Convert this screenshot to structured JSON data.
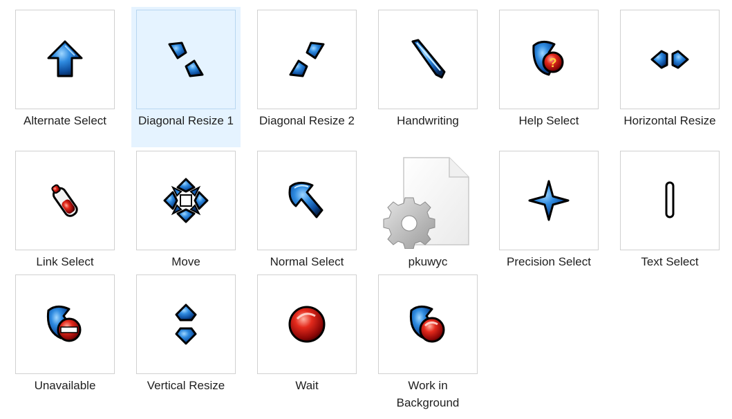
{
  "files": [
    {
      "label": "Alternate Select",
      "icon": "alternate-select-cursor-icon"
    },
    {
      "label": "Diagonal Resize 1",
      "icon": "diagonal-resize-1-cursor-icon",
      "selected": true
    },
    {
      "label": "Diagonal Resize 2",
      "icon": "diagonal-resize-2-cursor-icon"
    },
    {
      "label": "Handwriting",
      "icon": "handwriting-cursor-icon"
    },
    {
      "label": "Help Select",
      "icon": "help-select-cursor-icon"
    },
    {
      "label": "Horizontal Resize",
      "icon": "horizontal-resize-cursor-icon"
    },
    {
      "label": "Link Select",
      "icon": "link-select-cursor-icon"
    },
    {
      "label": "Move",
      "icon": "move-cursor-icon"
    },
    {
      "label": "Normal Select",
      "icon": "normal-select-cursor-icon"
    },
    {
      "label": "pkuwyc",
      "icon": "settings-file-icon"
    },
    {
      "label": "Precision Select",
      "icon": "precision-select-cursor-icon"
    },
    {
      "label": "Text Select",
      "icon": "text-select-cursor-icon"
    },
    {
      "label": "Unavailable",
      "icon": "unavailable-cursor-icon"
    },
    {
      "label": "Vertical Resize",
      "icon": "vertical-resize-cursor-icon"
    },
    {
      "label": "Wait",
      "icon": "wait-cursor-icon"
    },
    {
      "label": "Work in Background",
      "icon": "work-in-background-cursor-icon"
    }
  ],
  "colors": {
    "selection": "#e5f3ff",
    "cursor_blue": "#1e6fc4",
    "cursor_red": "#d01818"
  }
}
